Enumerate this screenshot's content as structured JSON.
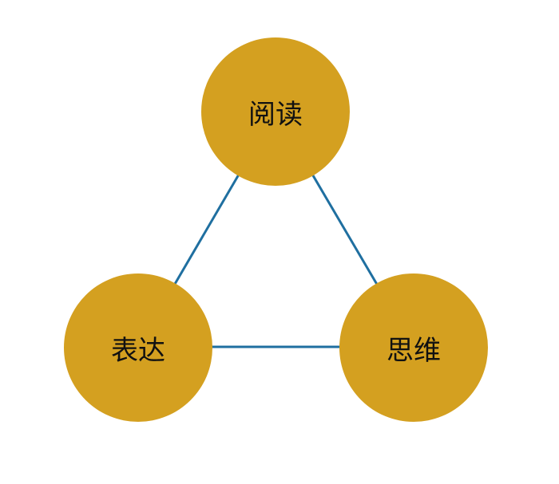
{
  "nodes": {
    "top": "阅读",
    "left": "表达",
    "right": "思维"
  },
  "colors": {
    "node": "#D4A020",
    "edge": "#1F6FA0"
  }
}
